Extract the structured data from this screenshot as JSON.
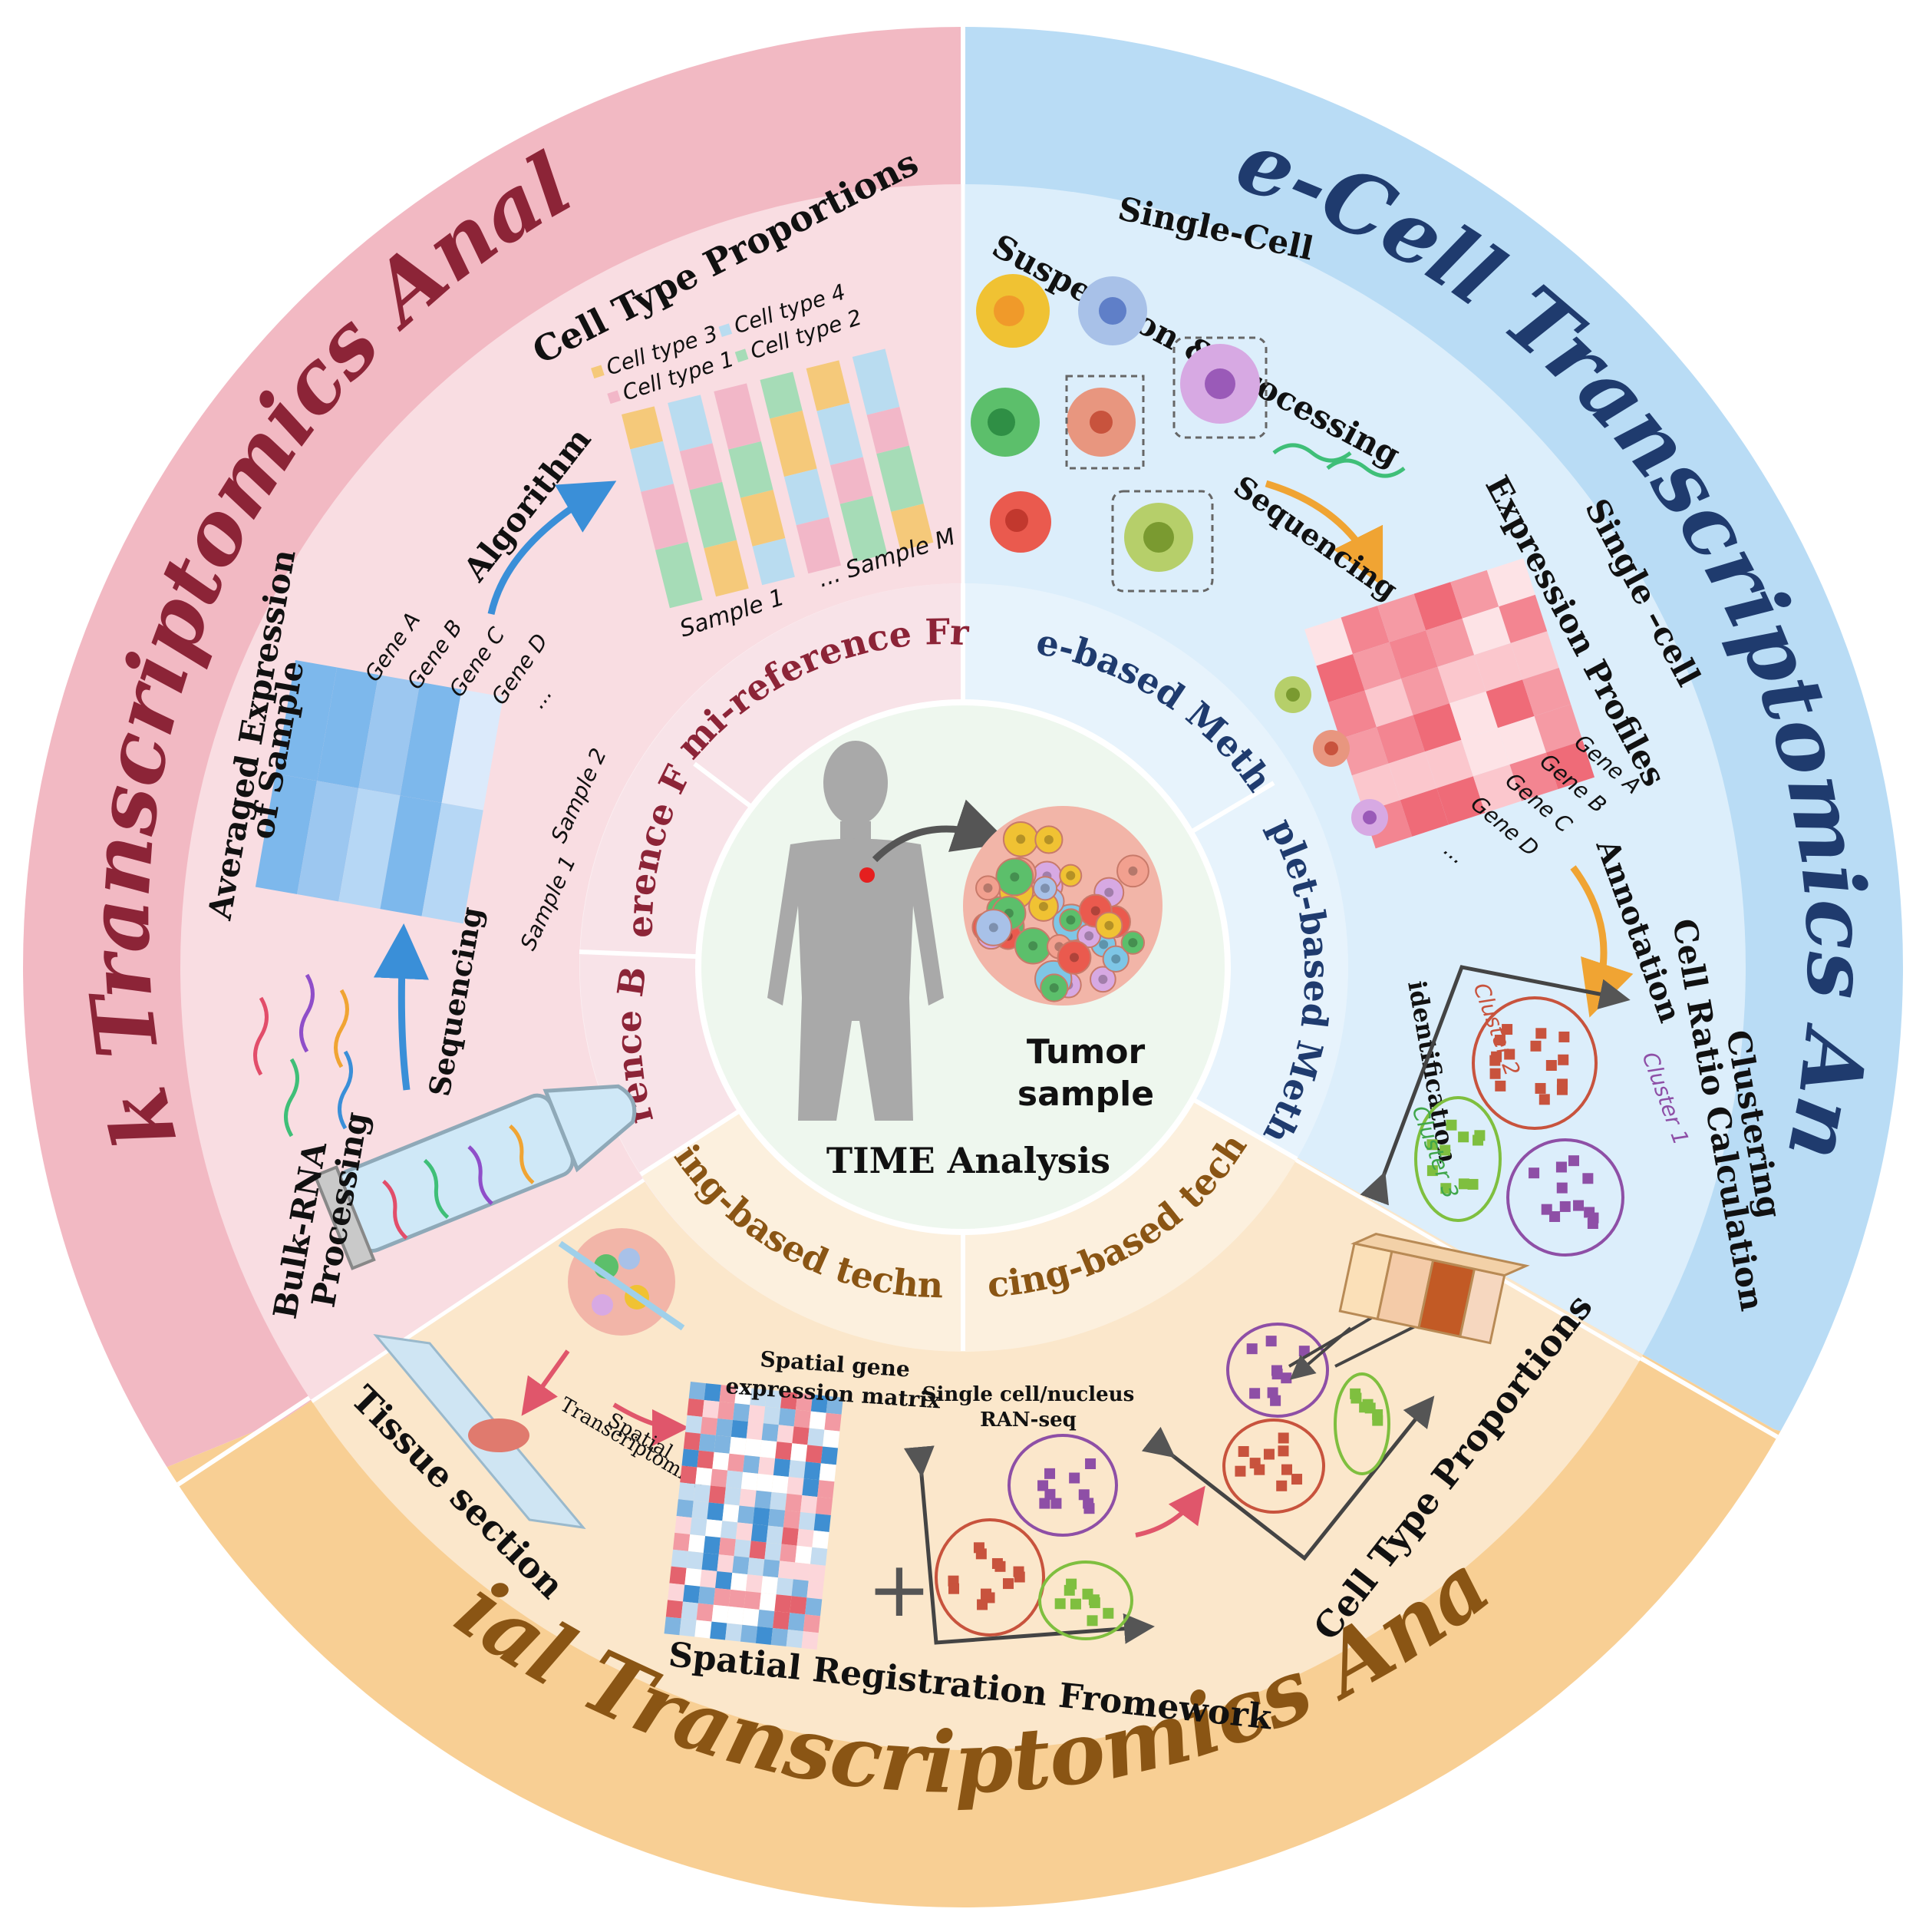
{
  "center": {
    "title": "TIME Analysis",
    "tumor_label_line1": "Tumor",
    "tumor_label_line2": "sample"
  },
  "sections": {
    "bulk": {
      "title": "Bulk Transcriptomics Analysis",
      "color": "#f2b9c3",
      "inner_color": "#f9dde2",
      "title_color": "#8c2437",
      "methods": [
        "Semi-reference Free",
        "Reference Free",
        "Reference Based"
      ],
      "method_color": "#8c2437",
      "steps": {
        "processing_line1": "Bulk-RNA",
        "processing_line2": "Processing",
        "sequencing": "Sequencing",
        "averaged_line1": "Averaged Expression",
        "averaged_line2": "of Sample",
        "algorithm": "Algorithm",
        "proportions_title": "Cell Type Proportions"
      },
      "genes": [
        "Gene A",
        "Gene B",
        "Gene C",
        "Gene D",
        "..."
      ],
      "samples": [
        "Sample 1",
        "Sample 2"
      ],
      "prop_samples": [
        "Sample 1",
        "... Sample M"
      ],
      "legend": [
        "Cell type 3",
        "Cell type 4",
        "Cell type 1",
        "Cell type 2"
      ],
      "legend_colors": [
        "#f5c97a",
        "#b9dcf0",
        "#f2b7c8",
        "#a6dcb7"
      ]
    },
    "single_cell": {
      "title": "Single-Cell Transcriptomics Analysis",
      "color": "#b9dcf5",
      "inner_color": "#dceefb",
      "title_color": "#1f3b6e",
      "methods": [
        "Plate-based Methods",
        "Droplet-based Methods"
      ],
      "method_color": "#1f3b6e",
      "steps": {
        "suspension_line1": "Single-Cell",
        "suspension_line2": "Suspension & Processing",
        "sequencing": "Sequencing",
        "profiles_line1": "Single –cell",
        "profiles_line2": "Expression Profiles",
        "annotation": "Annotation",
        "identification": "identification",
        "clustering_line1": "Clustering",
        "clustering_line2": "Cell Ratio Calculation"
      },
      "genes": [
        "Gene A",
        "Gene B",
        "Gene C",
        "Gene D",
        "..."
      ],
      "clusters": [
        "Cluster 1",
        "Cluster 2",
        "Cluster 3"
      ],
      "cluster_colors": [
        "#8e4fa6",
        "#c8533d",
        "#7fbf3f"
      ]
    },
    "spatial": {
      "title": "Spatial Transcriptomics Analysis",
      "color": "#f8cf94",
      "inner_color": "#fbe7cb",
      "title_color": "#8a5514",
      "methods": [
        "Imaging-based techniques",
        "Sequencing-based techniques"
      ],
      "method_color": "#8a5514",
      "steps": {
        "tissue_section": "Tissue section",
        "spatial_transcriptomics_line1": "Spatial",
        "spatial_transcriptomics_line2": "Transcriptomics",
        "matrix_line1": "Spatial gene",
        "matrix_line2": "expression matrix",
        "scrna_line1": "Single cell/nucleus",
        "scrna_line2": "RAN-seq",
        "framework": "Spatial Registration Fromework",
        "proportions": "Cell Type Proportions"
      }
    }
  }
}
